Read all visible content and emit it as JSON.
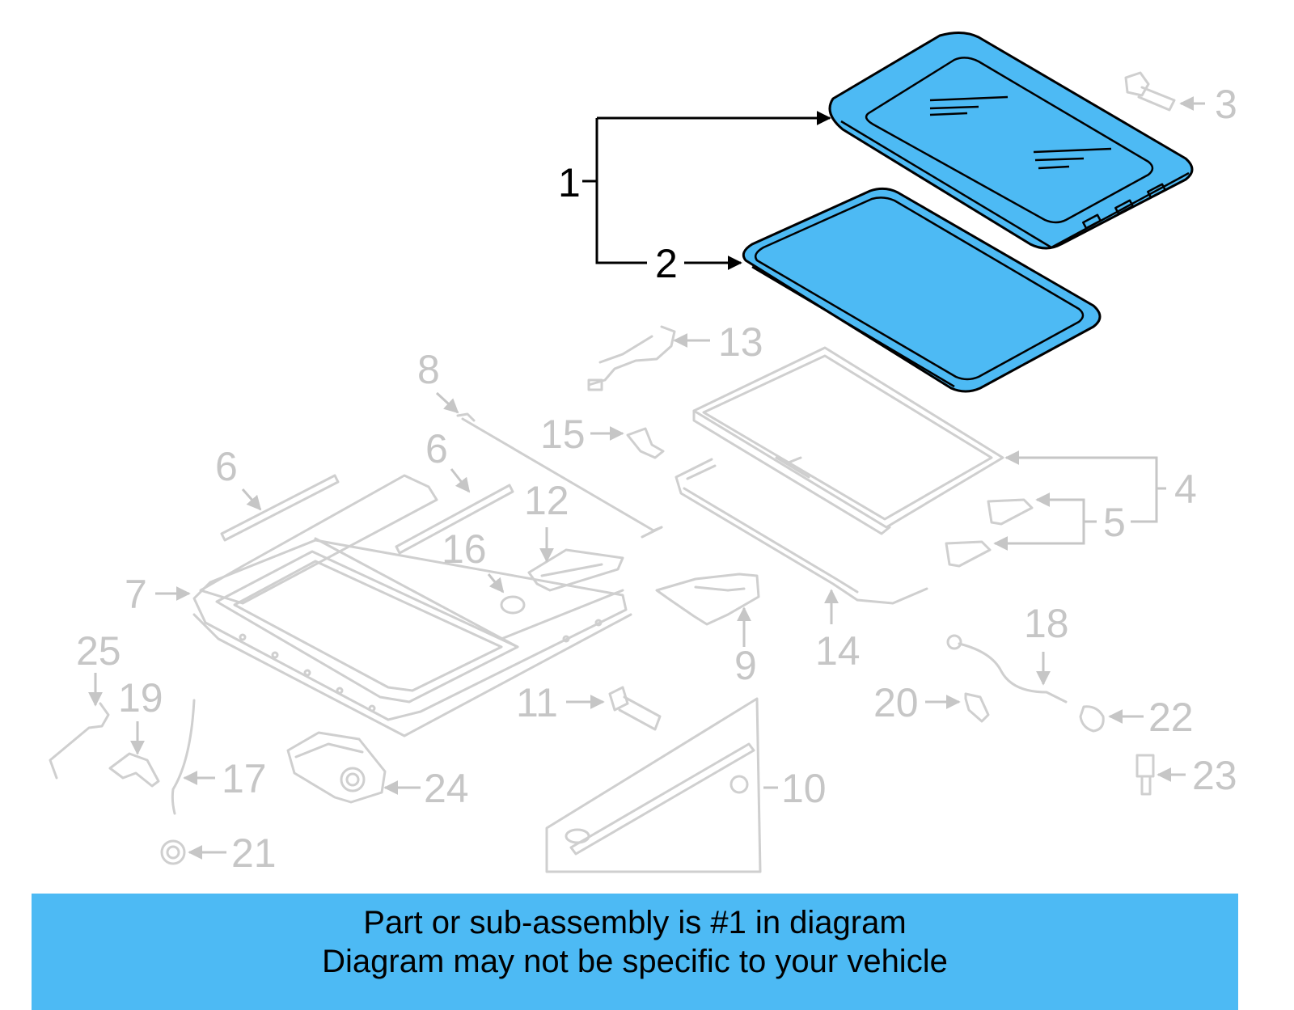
{
  "banner": {
    "line1": "Part or sub-assembly is #1 in diagram",
    "line2": "Diagram may not be specific to your vehicle"
  },
  "colors": {
    "highlight": "#4dbaf4",
    "muted": "#c6c6c6",
    "text": "#000000"
  },
  "callouts": {
    "c1": "1",
    "c2": "2",
    "c3": "3",
    "c4": "4",
    "c5": "5",
    "c6a": "6",
    "c6b": "6",
    "c7": "7",
    "c8": "8",
    "c9": "9",
    "c10": "10",
    "c11": "11",
    "c12": "12",
    "c13": "13",
    "c14": "14",
    "c15": "15",
    "c16": "16",
    "c17": "17",
    "c18": "18",
    "c19": "19",
    "c20": "20",
    "c21": "21",
    "c22": "22",
    "c23": "23",
    "c24": "24",
    "c25": "25"
  }
}
